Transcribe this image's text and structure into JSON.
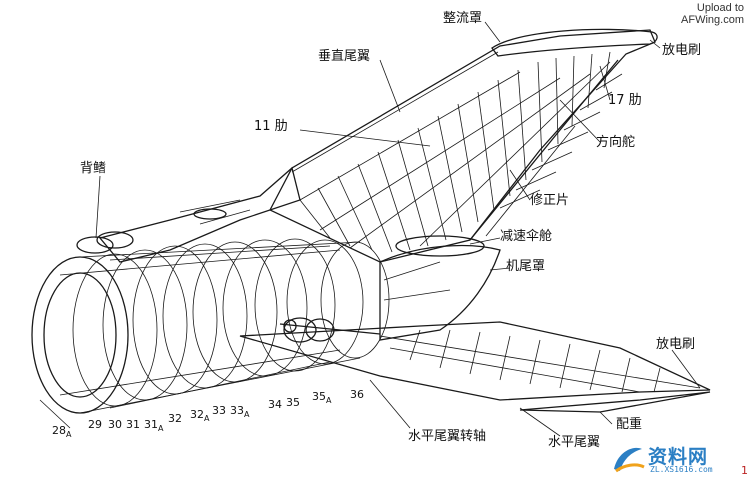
{
  "watermark": {
    "line1": "Upload to",
    "line2": "AFWing.com"
  },
  "logo": {
    "name": "资料网",
    "url": "ZL.XS1616.com",
    "colors": {
      "primary": "#2b7fc4",
      "secondary": "#f0a21b"
    }
  },
  "labels": {
    "fairing": "整流罩",
    "static_discharger_top": "放电刷",
    "vertical_tail": "垂直尾翼",
    "rib_17": "17 肋",
    "rib_11": "11 肋",
    "rudder": "方向舵",
    "dorsal_fin": "背鳍",
    "trim_tab": "修正片",
    "drag_chute_bay": "减速伞舱",
    "tail_cone": "机尾罩",
    "static_discharger_right": "放电刷",
    "stabilizer_pivot": "水平尾翼转轴",
    "horizontal_tail": "水平尾翼",
    "counterweight": "配重"
  },
  "frames": {
    "f28": "28",
    "f29": "29",
    "f30": "30",
    "f31": "31",
    "f31a": "31",
    "f32": "32",
    "f32a": "32",
    "f33": "33",
    "f33a": "33",
    "f34": "34",
    "f35": "35",
    "f35a": "35",
    "f36": "36"
  },
  "frame_suffix": "A",
  "stray_mark": "1"
}
